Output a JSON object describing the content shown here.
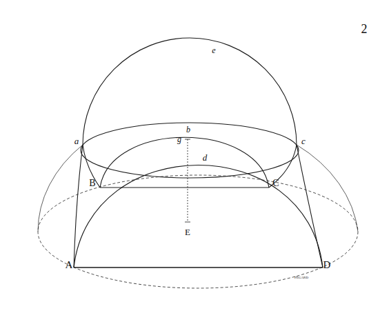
{
  "diagram": {
    "labels": [
      "2",
      "e",
      "a",
      "b",
      "c",
      "g",
      "d",
      "B",
      "C",
      "E",
      "A",
      "D",
      "PEGARD"
    ]
  }
}
